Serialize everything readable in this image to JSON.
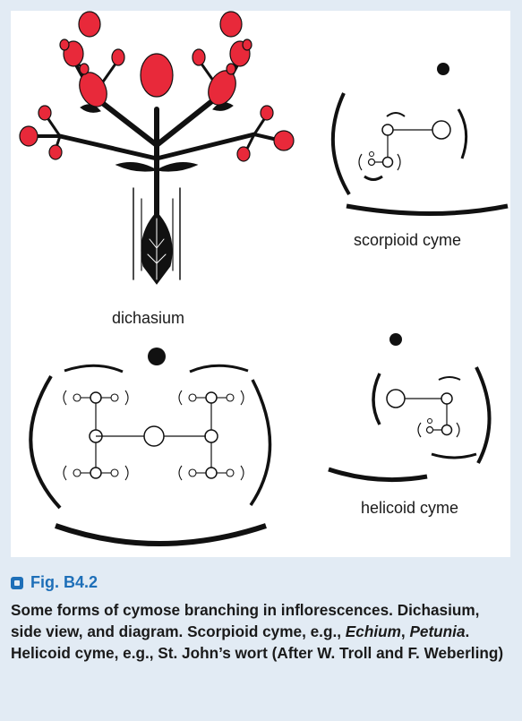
{
  "labels": {
    "dichasium": "dichasium",
    "scorpioid": "scorpioid cyme",
    "helicoid": "helicoid cyme"
  },
  "caption": {
    "figure_label": "Fig. B4.2",
    "sentence1": "Some forms of cymose branching in inflorescences.",
    "sentence2": "Dichasium, side view, and diagram. Scorpioid cyme, e.g.,",
    "genus1": "Echium",
    "sep": ", ",
    "genus2": "Petunia",
    "sentence3": ". Helicoid cyme, e.g., St. John’s wort (After W. Troll and F. Weberling)"
  },
  "colors": {
    "flower_red": "#e8293a",
    "ink": "#111111",
    "accent_blue": "#1e6fb8",
    "page_background": "#e2ebf4"
  }
}
